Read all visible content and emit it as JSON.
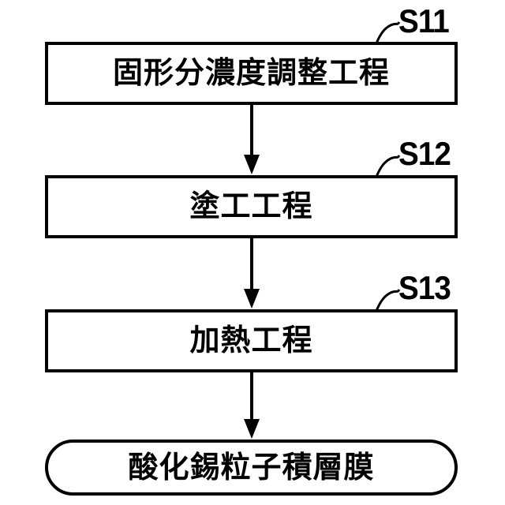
{
  "figure": {
    "type": "flowchart",
    "background_color": "#ffffff",
    "stroke_color": "#000000",
    "steps": [
      {
        "ref": "S11",
        "label": "固形分濃度調整工程"
      },
      {
        "ref": "S12",
        "label": "塗工工程"
      },
      {
        "ref": "S13",
        "label": "加熱工程"
      }
    ],
    "result": {
      "label": "酸化錫粒子積層膜"
    }
  }
}
